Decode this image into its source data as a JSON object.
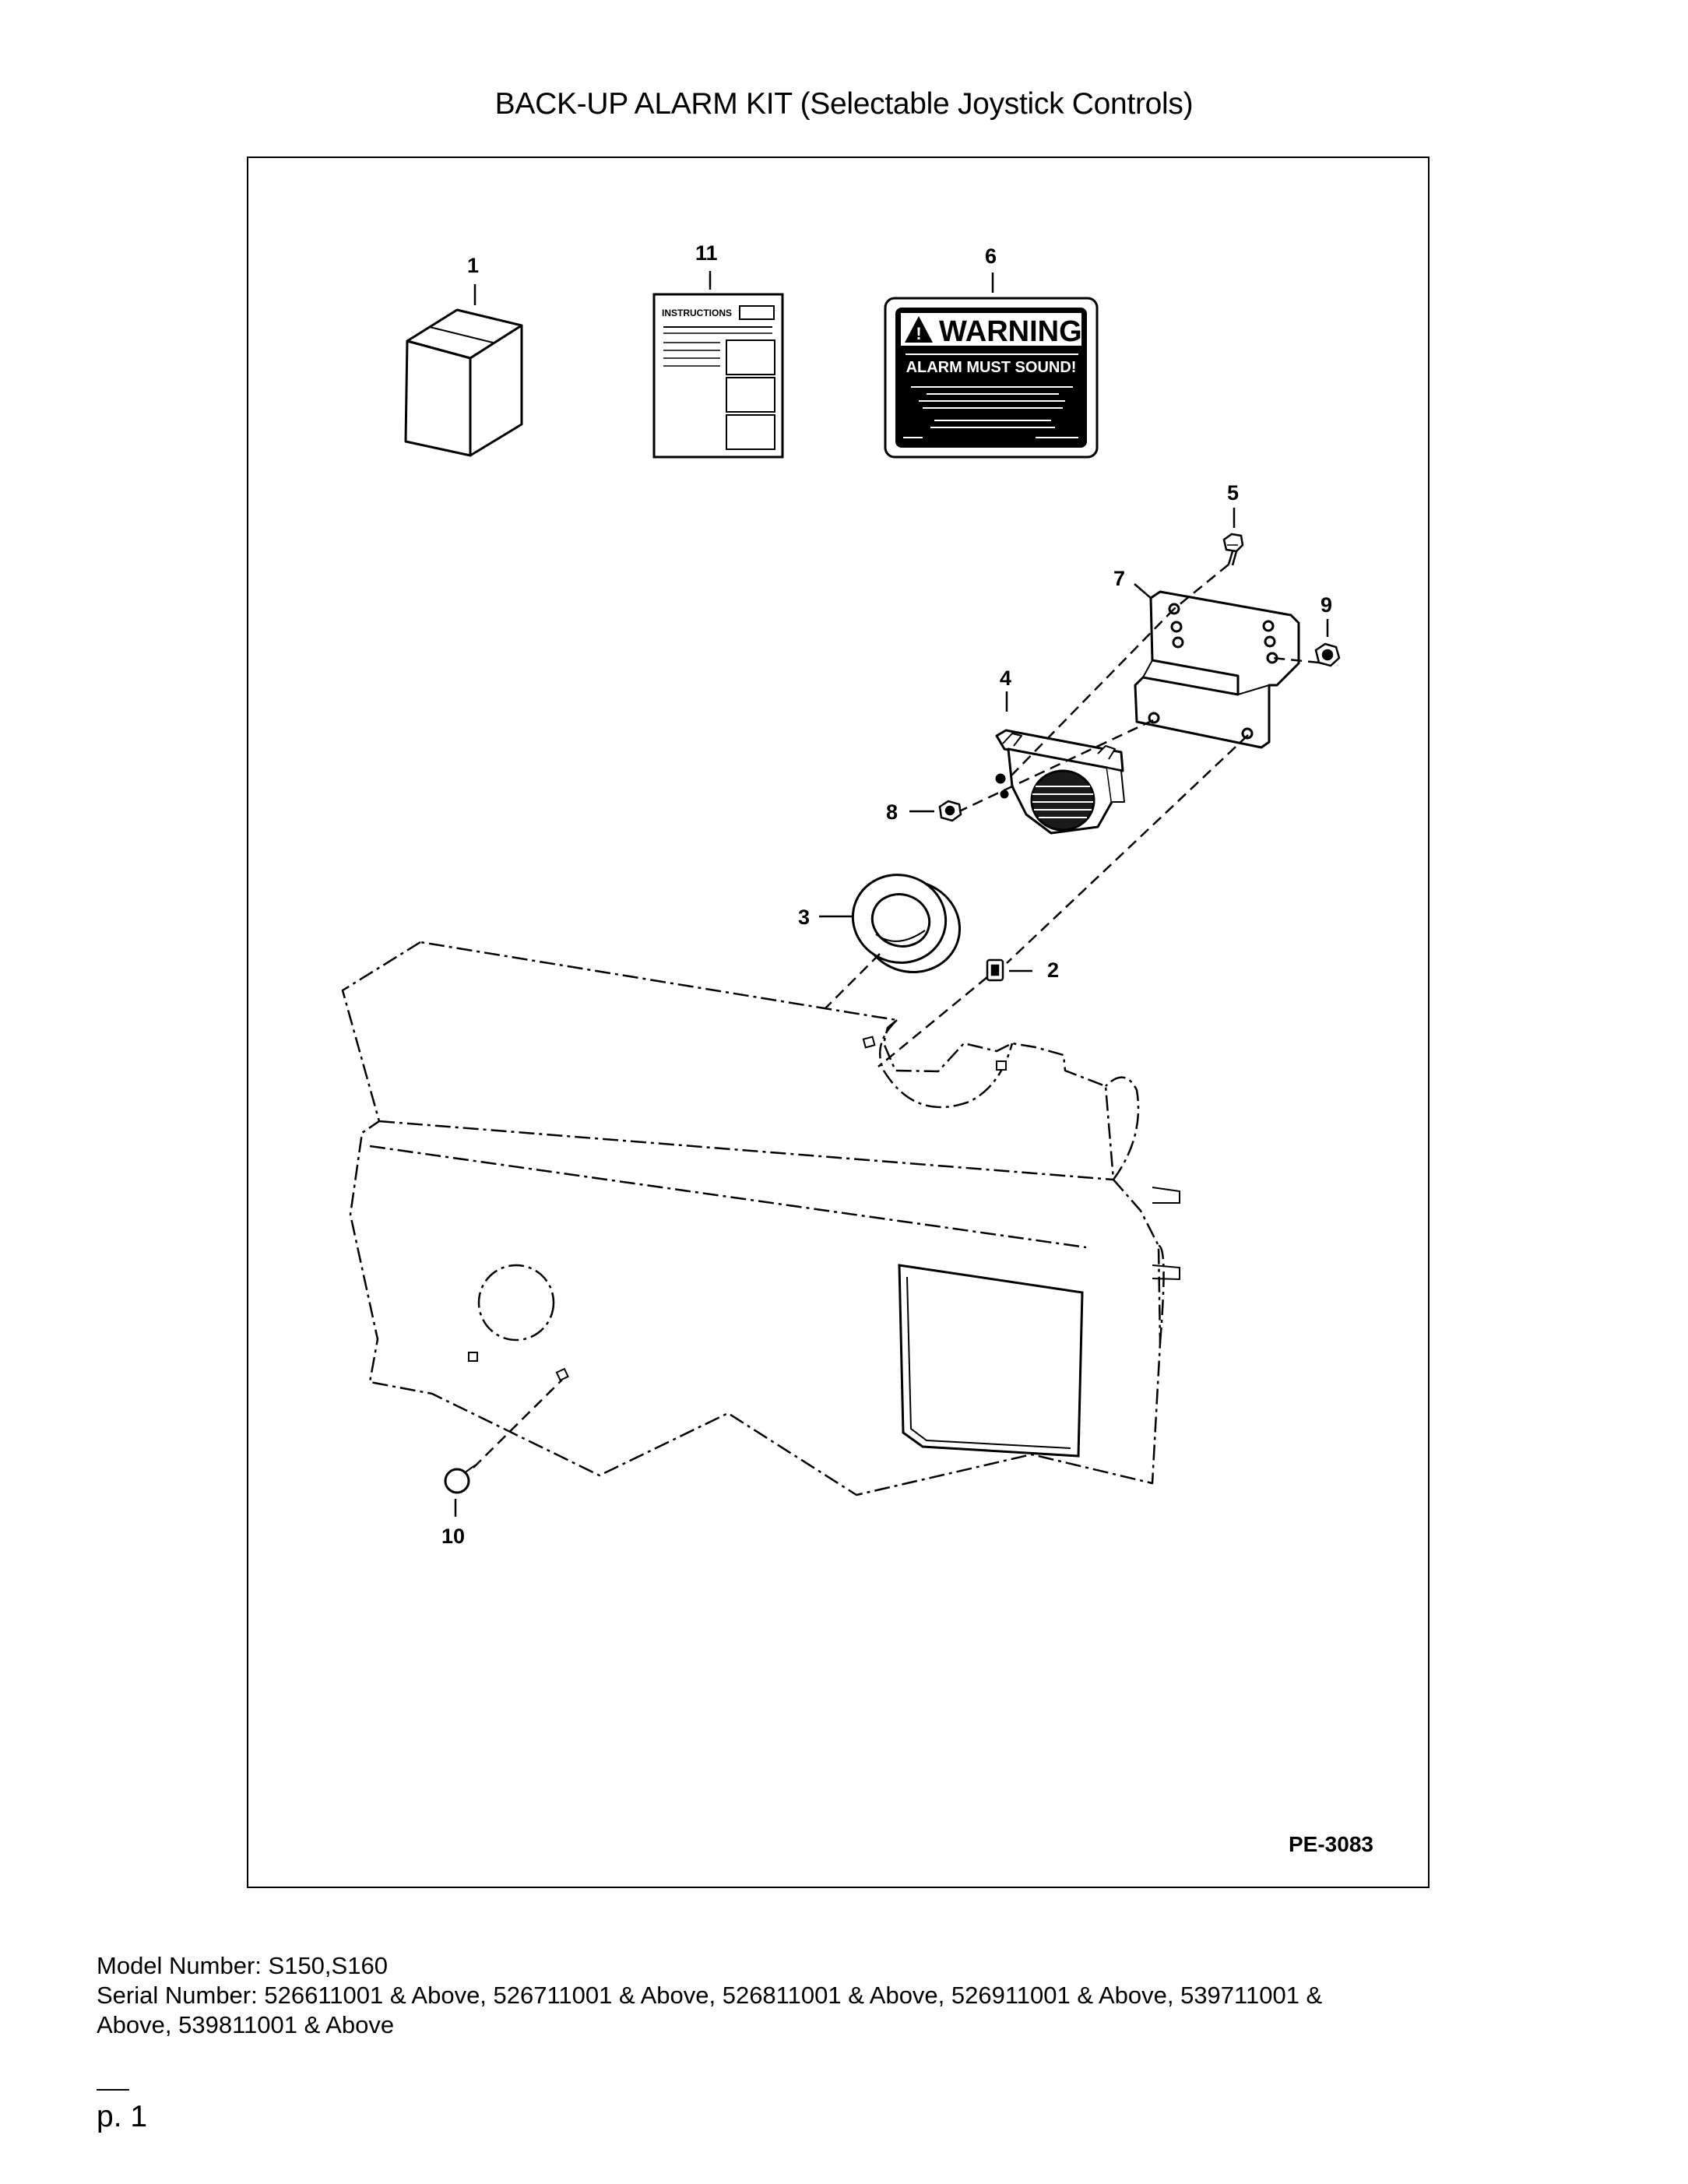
{
  "document": {
    "title": "BACK-UP ALARM KIT (Selectable Joystick Controls)",
    "figure_code": "PE-3083",
    "model_line": "Model Number: S150,S160",
    "serial_line_1": "Serial Number: 526611001 & Above, 526711001 & Above, 526811001 & Above, 526911001 & Above, 539711001 &",
    "serial_line_2": "Above, 539811001 & Above",
    "page_number": "p. 1"
  },
  "callouts": {
    "c1": "1",
    "c2": "2",
    "c3": "3",
    "c4": "4",
    "c5": "5",
    "c6": "6",
    "c7": "7",
    "c8": "8",
    "c9": "9",
    "c10": "10",
    "c11": "11"
  },
  "parts_art": {
    "instructions_label": "INSTRUCTIONS",
    "warning_header": "WARNING",
    "warning_subheader": "ALARM MUST SOUND!"
  },
  "colors": {
    "ink": "#000000",
    "paper": "#ffffff"
  }
}
